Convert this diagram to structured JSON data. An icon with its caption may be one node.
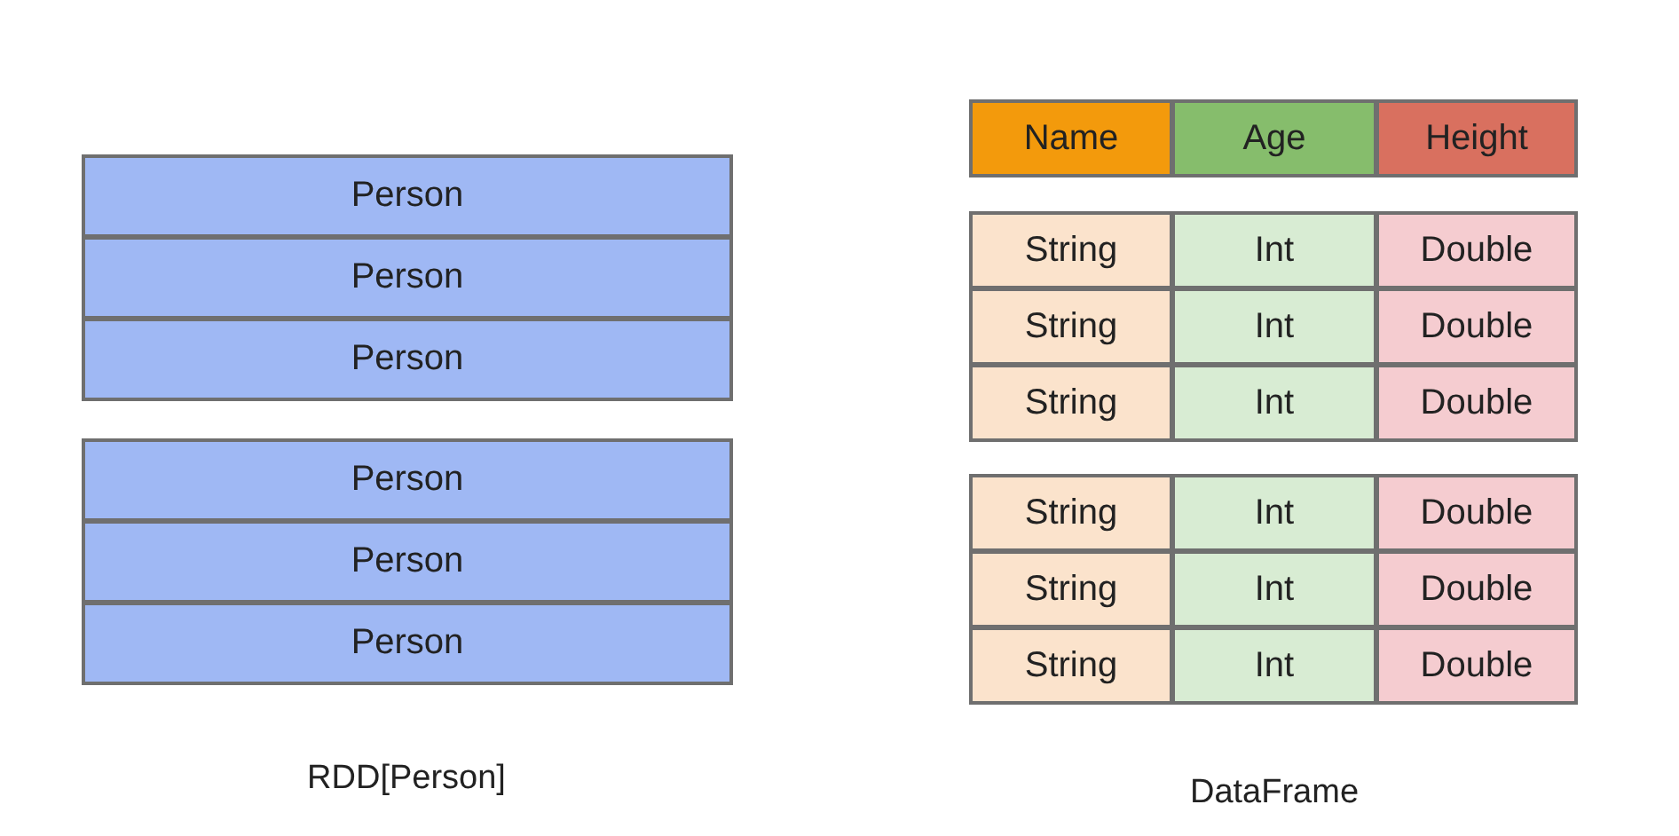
{
  "diagram": {
    "labels": [
      "Person",
      "Person",
      "Person",
      "Person",
      "Person",
      "Person",
      "RDD[Person]",
      "Name",
      "Age",
      "Height",
      "String",
      "Int",
      "Double",
      "String",
      "Int",
      "Double",
      "String",
      "Int",
      "Double",
      "String",
      "Int",
      "Double",
      "String",
      "Int",
      "Double",
      "String",
      "Int",
      "Double",
      "DataFrame"
    ]
  }
}
